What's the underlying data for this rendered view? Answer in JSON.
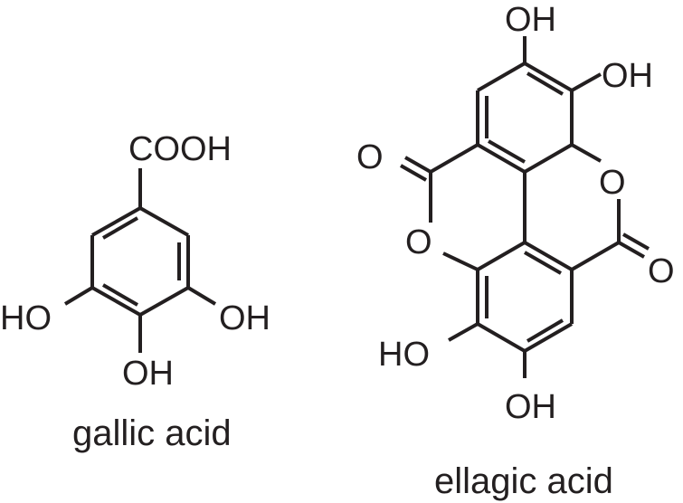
{
  "gallic": {
    "name": "gallic acid",
    "labels": {
      "cooh": "COOH",
      "oh_left": "HO",
      "oh_right": "OH",
      "oh_bottom": "OH"
    }
  },
  "ellagic": {
    "name": "ellagic acid",
    "labels": {
      "oh_top": "OH",
      "oh_topright": "OH",
      "o_carbonyl_left": "O",
      "o_ring_right": "O",
      "o_ring_left": "O",
      "o_carbonyl_right": "O",
      "oh_bottomleft": "HO",
      "oh_bottom": "OH"
    }
  }
}
